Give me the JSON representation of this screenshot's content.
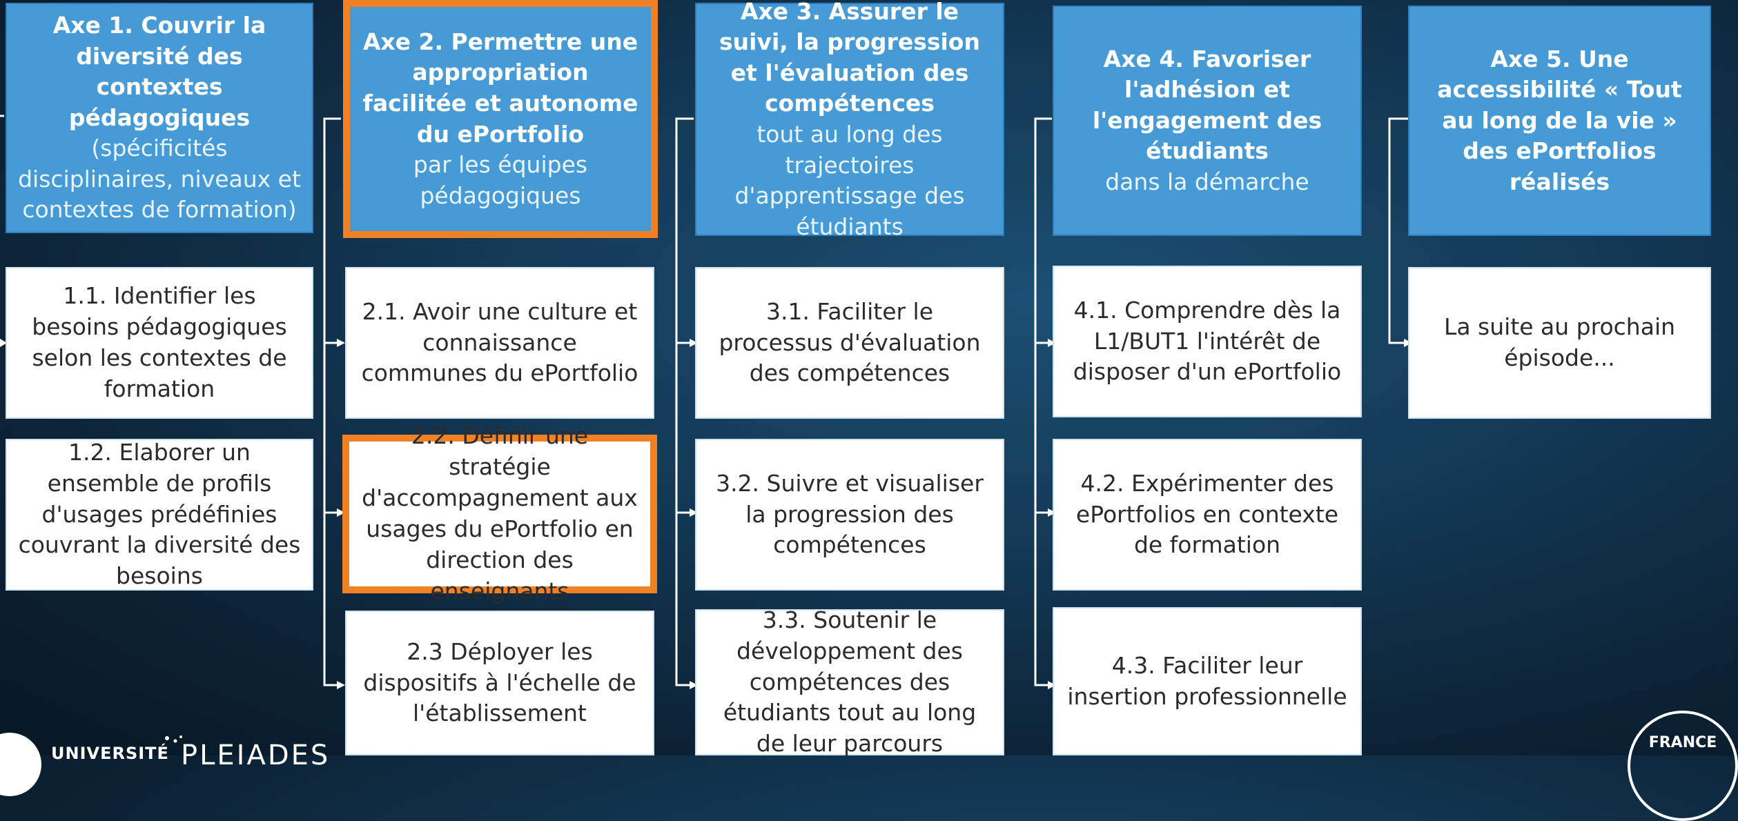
{
  "axes": [
    {
      "head_bold": "Axe 1. Couvrir la diversité des contextes pédagogiques",
      "head_rest": "(spécificités disciplinaires, niveaux et contextes de formation)",
      "items": [
        "1.1. Identifier les besoins pédagogiques selon les contextes de formation",
        "1.2. Elaborer un ensemble de profils d'usages prédéfinies couvrant la diversité des besoins"
      ]
    },
    {
      "head_bold": "Axe 2. Permettre une appropriation facilitée et autonome du ePortfolio",
      "head_rest": "par les équipes pédagogiques",
      "items": [
        "2.1. Avoir une culture et connaissance communes du ePortfolio",
        "2.2. Définir une stratégie d'accompagnement aux usages du ePortfolio en direction des enseignants",
        "2.3 Déployer les dispositifs à l'échelle de l'établissement"
      ]
    },
    {
      "head_bold": "Axe 3. Assurer le suivi, la progression et l'évaluation des compétences",
      "head_rest": "tout au long des trajectoires d'apprentissage des étudiants",
      "items": [
        "3.1. Faciliter le processus d'évaluation des compétences",
        "3.2. Suivre et visualiser la progression des compétences",
        "3.3. Soutenir le développement des compétences des étudiants tout au long de leur parcours"
      ]
    },
    {
      "head_bold": "Axe 4. Favoriser l'adhésion et l'engagement des étudiants",
      "head_rest": "dans la démarche",
      "items": [
        "4.1. Comprendre dès la L1/BUT1 l'intérêt de disposer d'un ePortfolio",
        "4.2. Expérimenter des ePortfolios en contexte de formation",
        "4.3. Faciliter leur insertion professionnelle"
      ]
    },
    {
      "head_bold": "Axe 5. Une accessibilité « Tout au long de la vie » des ePortfolios réalisés",
      "head_rest": "",
      "items": [
        "La suite au prochain épisode..."
      ]
    }
  ],
  "logos": {
    "universite": "UNIVERSITÉ",
    "pleiades": "PLEIADES",
    "france": "FRANCE"
  },
  "colors": {
    "header_blue": "#469bd7",
    "highlight_orange": "#f08124",
    "background": "#0c2438"
  }
}
